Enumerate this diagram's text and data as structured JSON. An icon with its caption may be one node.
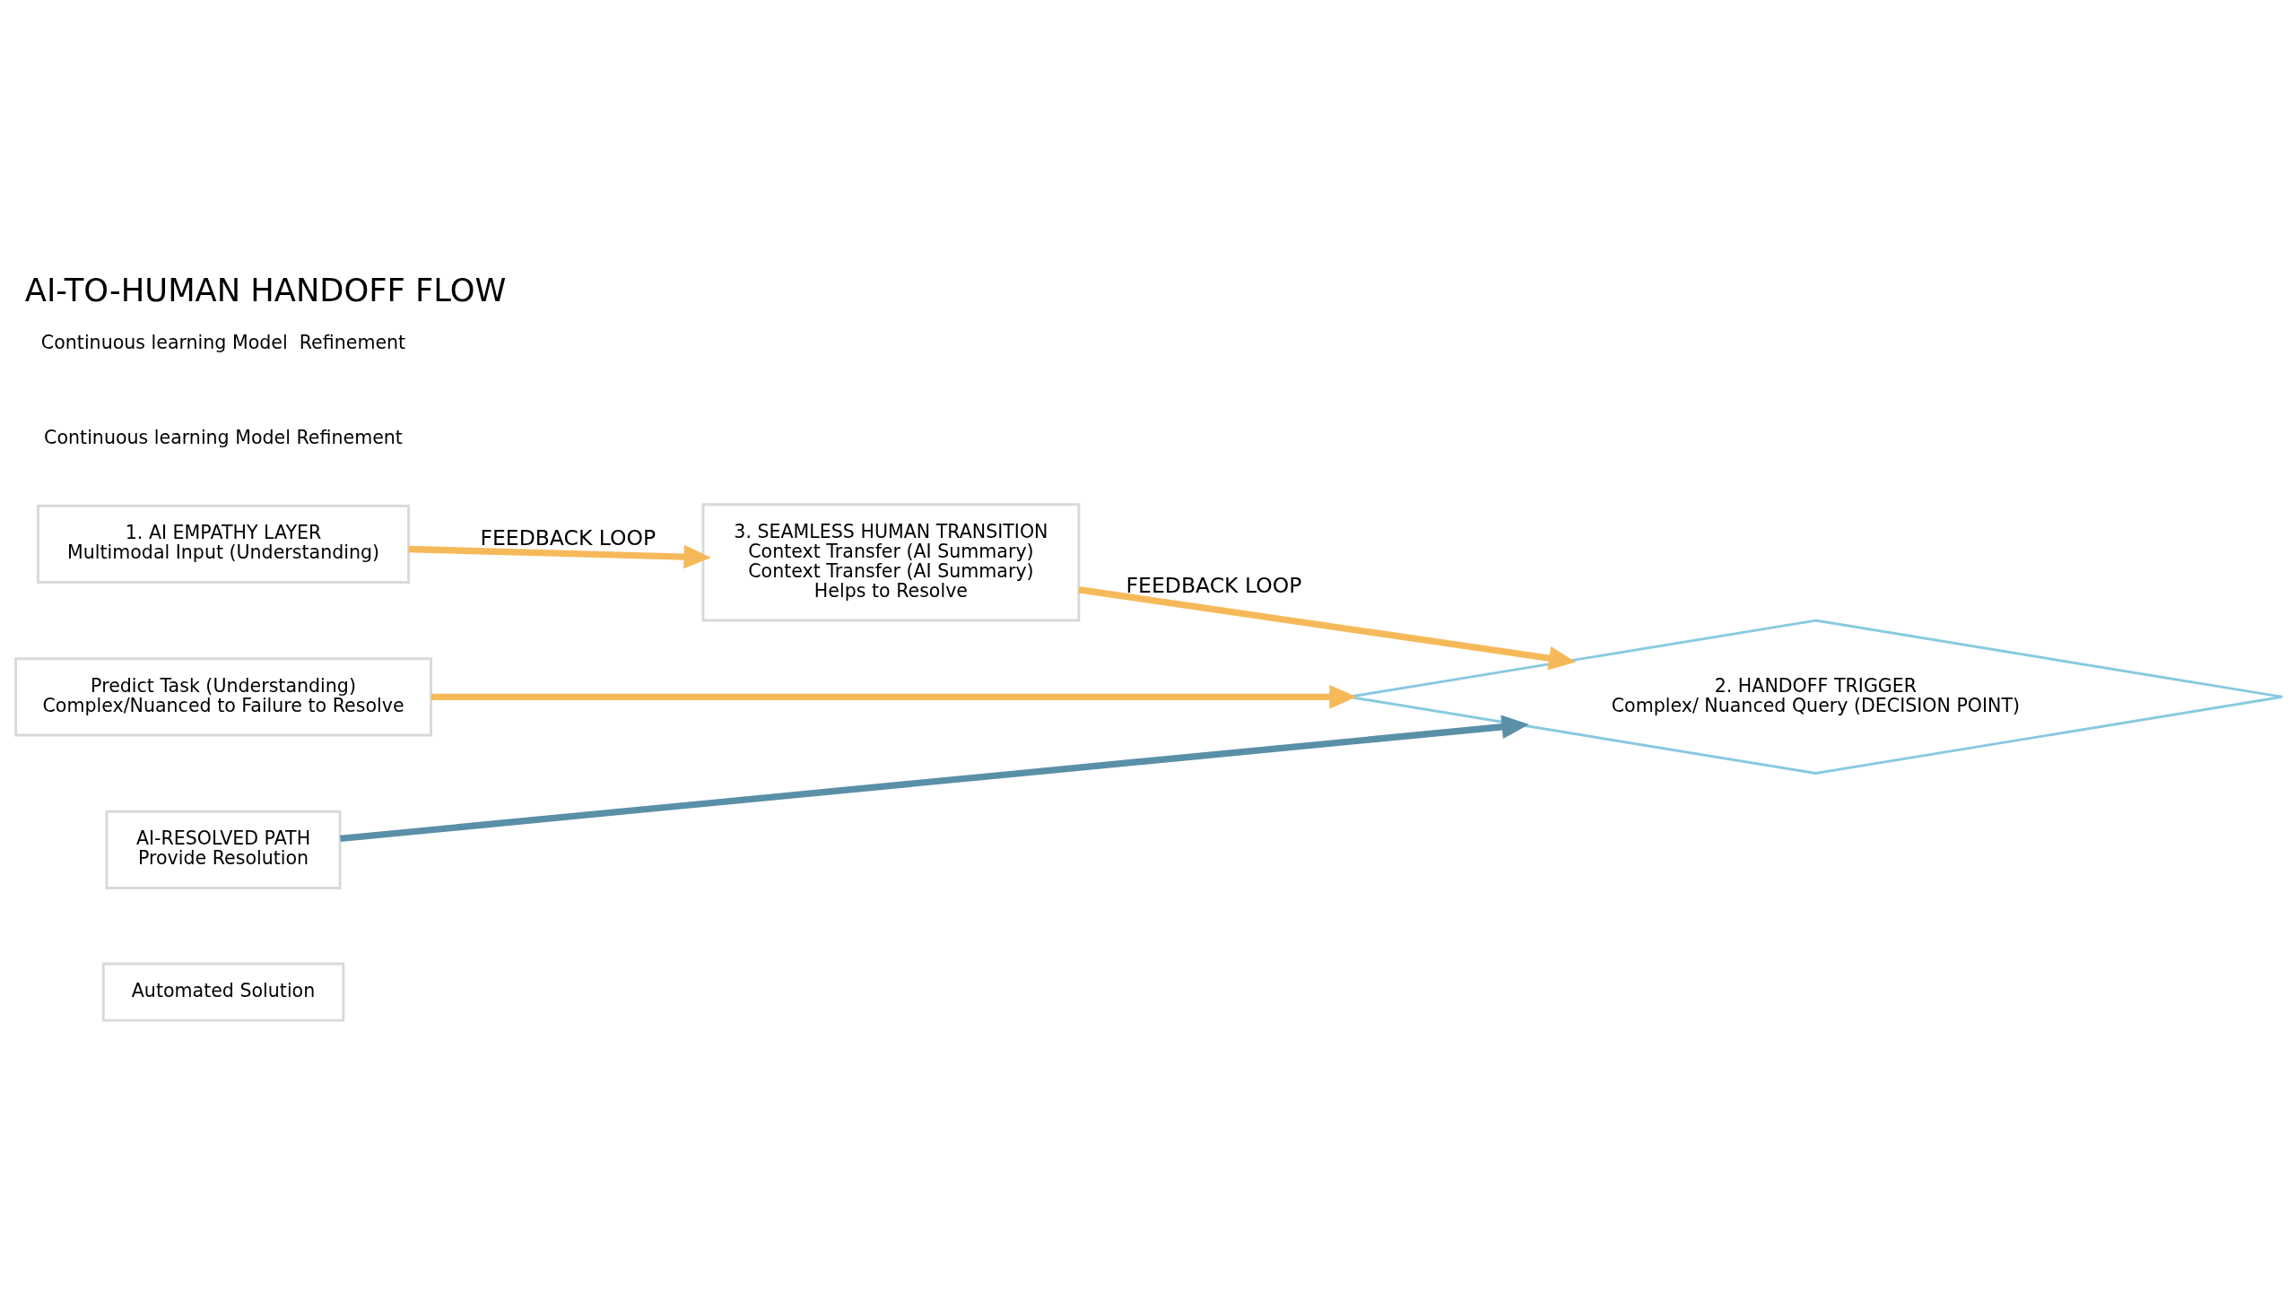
{
  "diagram": {
    "title": "AI-TO-HUMAN HANDOFF FLOW",
    "nodes": [
      {
        "text": [
          "1. AI EMPATHY LAYER",
          "Multimodal Input (Understanding)"
        ]
      },
      {
        "text": [
          "Predict Task (Understanding)",
          "Complex/Nuanced to Failure to Resolve"
        ]
      },
      {
        "text": [
          "AI-RESOLVED PATH",
          "Provide Resolution"
        ]
      },
      {
        "text": [
          "Automated Solution"
        ]
      },
      {
        "text": [
          "2. HANDOFF TRIGGER",
          "Complex/ Nuanced Query (DECISION POINT)"
        ]
      },
      {
        "text": [
          "3. SEAMLESS HUMAN TRANSITION",
          "Context Transfer (AI Summary)",
          "Context Transfer (AI Summary)",
          "Helps to Resolve"
        ]
      }
    ],
    "edges": [
      {
        "from": 0,
        "to": 5,
        "arrow": "to",
        "label": "FEEDBACK LOOP"
      },
      {
        "from": 1,
        "to": 4,
        "arrow": "to"
      },
      {
        "from": 2,
        "to": 4,
        "arrow": "to",
        "color": "#5a8fa8"
      },
      {
        "from": 5,
        "to": 4,
        "arrow": "to",
        "label": "FEEDBACK LOOP"
      }
    ],
    "labels": [
      "Continuous learning Model Refinement",
      "Continuous learning Model  Refinement"
    ]
  }
}
